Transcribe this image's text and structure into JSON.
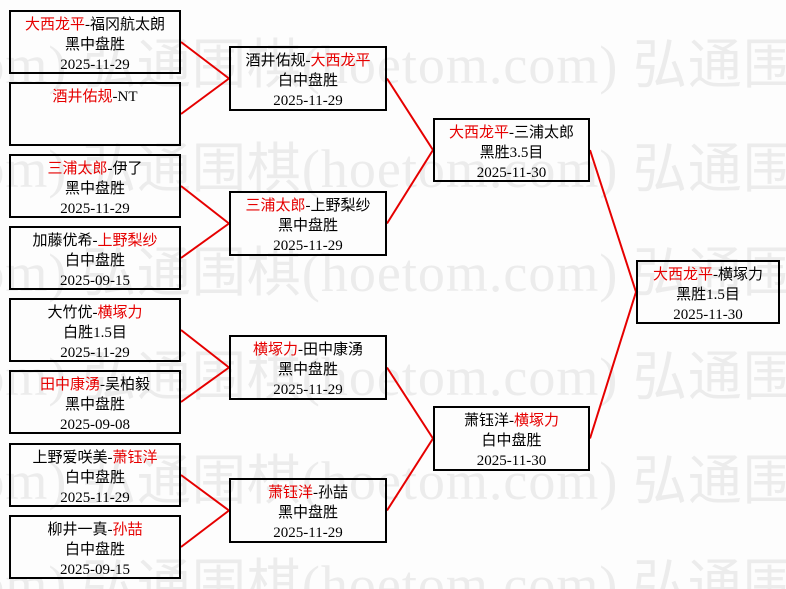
{
  "colors": {
    "winner_red": "#e60000",
    "line_red": "#e60000",
    "border": "#000000",
    "watermark": "#ececec",
    "background": "#fdfdfd"
  },
  "watermark": {
    "text": "弘通围棋(hoetom.com) "
  },
  "bracket": {
    "separator": "-",
    "rounds": [
      {
        "matches": [
          {
            "id": "r1b1",
            "p1": "大西龙平",
            "p1_red": true,
            "p2": "福冈航太朗",
            "p2_red": false,
            "result": "黑中盘胜",
            "date": "2025-11-29"
          },
          {
            "id": "r1b2",
            "p1": "酒井佑规",
            "p1_red": true,
            "p2": "NT",
            "p2_red": false,
            "result": "",
            "date": ""
          },
          {
            "id": "r1b3",
            "p1": "三浦太郎",
            "p1_red": true,
            "p2": "伊了",
            "p2_red": false,
            "result": "黑中盘胜",
            "date": "2025-11-29"
          },
          {
            "id": "r1b4",
            "p1": "加藤优希",
            "p1_red": false,
            "p2": "上野梨纱",
            "p2_red": true,
            "result": "白中盘胜",
            "date": "2025-09-15"
          },
          {
            "id": "r1b5",
            "p1": "大竹优",
            "p1_red": false,
            "p2": "横塚力",
            "p2_red": true,
            "result": "白胜1.5目",
            "date": "2025-11-29"
          },
          {
            "id": "r1b6",
            "p1": "田中康湧",
            "p1_red": true,
            "p2": "吴柏毅",
            "p2_red": false,
            "result": "黑中盘胜",
            "date": "2025-09-08"
          },
          {
            "id": "r1b7",
            "p1": "上野爱咲美",
            "p1_red": false,
            "p2": "萧钰洋",
            "p2_red": true,
            "result": "白中盘胜",
            "date": "2025-11-29"
          },
          {
            "id": "r1b8",
            "p1": "柳井一真",
            "p1_red": false,
            "p2": "孙喆",
            "p2_red": true,
            "result": "白中盘胜",
            "date": "2025-09-15"
          }
        ]
      },
      {
        "matches": [
          {
            "id": "r2b1",
            "p1": "酒井佑规",
            "p1_red": false,
            "p2": "大西龙平",
            "p2_red": true,
            "result": "白中盘胜",
            "date": "2025-11-29"
          },
          {
            "id": "r2b2",
            "p1": "三浦太郎",
            "p1_red": true,
            "p2": "上野梨纱",
            "p2_red": false,
            "result": "黑中盘胜",
            "date": "2025-11-29"
          },
          {
            "id": "r2b3",
            "p1": "横塚力",
            "p1_red": true,
            "p2": "田中康湧",
            "p2_red": false,
            "result": "黑中盘胜",
            "date": "2025-11-29"
          },
          {
            "id": "r2b4",
            "p1": "萧钰洋",
            "p1_red": true,
            "p2": "孙喆",
            "p2_red": false,
            "result": "黑中盘胜",
            "date": "2025-11-29"
          }
        ]
      },
      {
        "matches": [
          {
            "id": "r3b1",
            "p1": "大西龙平",
            "p1_red": true,
            "p2": "三浦太郎",
            "p2_red": false,
            "result": "黑胜3.5目",
            "date": "2025-11-30"
          },
          {
            "id": "r3b2",
            "p1": "萧钰洋",
            "p1_red": false,
            "p2": "横塚力",
            "p2_red": true,
            "result": "白中盘胜",
            "date": "2025-11-30"
          }
        ]
      },
      {
        "matches": [
          {
            "id": "f1",
            "p1": "大西龙平",
            "p1_red": true,
            "p2": "横塚力",
            "p2_red": false,
            "result": "黑胜1.5目",
            "date": "2025-11-30"
          }
        ]
      }
    ]
  },
  "connections": [
    [
      "r1b1",
      "r2b1"
    ],
    [
      "r1b2",
      "r2b1"
    ],
    [
      "r1b3",
      "r2b2"
    ],
    [
      "r1b4",
      "r2b2"
    ],
    [
      "r1b5",
      "r2b3"
    ],
    [
      "r1b6",
      "r2b3"
    ],
    [
      "r1b7",
      "r2b4"
    ],
    [
      "r1b8",
      "r2b4"
    ],
    [
      "r2b1",
      "r3b1"
    ],
    [
      "r2b2",
      "r3b1"
    ],
    [
      "r2b3",
      "r3b2"
    ],
    [
      "r2b4",
      "r3b2"
    ],
    [
      "r3b1",
      "f1"
    ],
    [
      "r3b2",
      "f1"
    ]
  ]
}
